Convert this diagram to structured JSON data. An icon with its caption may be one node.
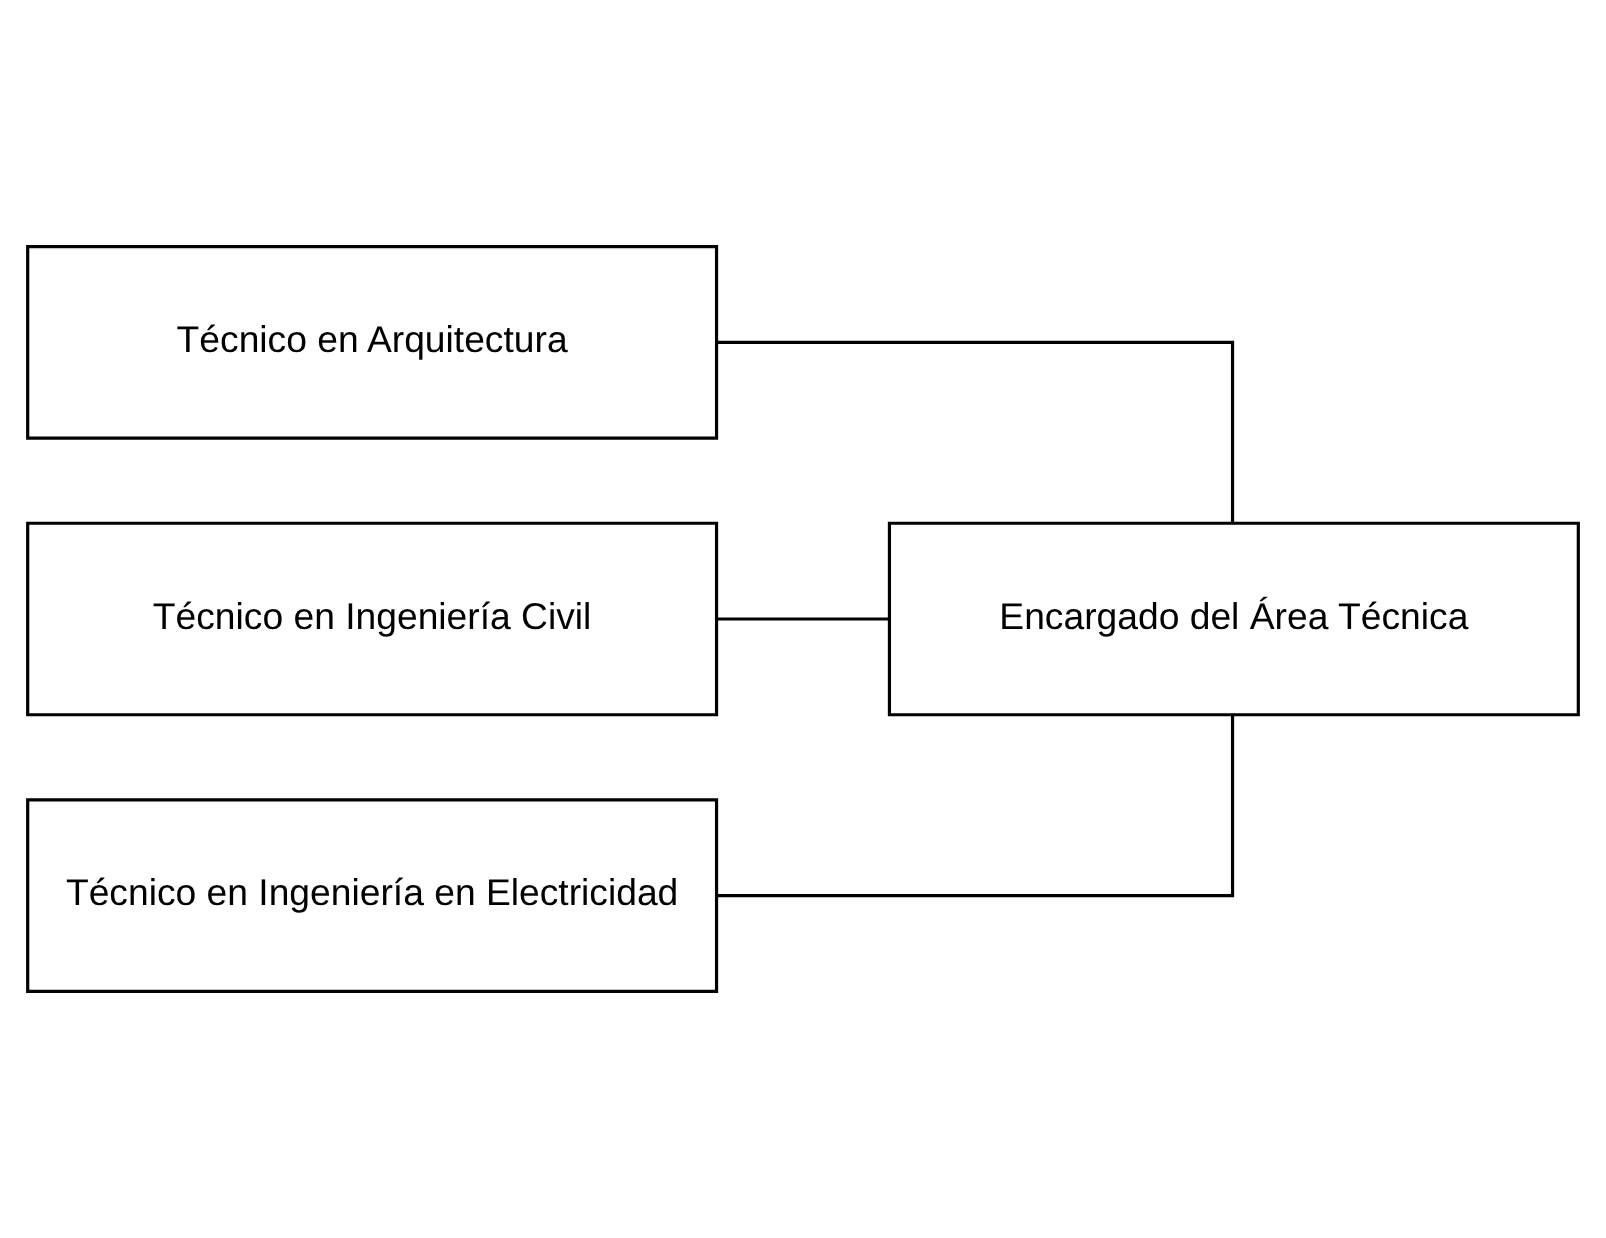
{
  "diagram": {
    "nodes": [
      {
        "text": [
          "Encargado del Área Técnica"
        ]
      },
      {
        "text": [
          "Técnico en Arquitectura"
        ]
      },
      {
        "text": [
          "Técnico en Ingeniería Civil"
        ]
      },
      {
        "text": [
          "Técnico en Ingeniería en Electricidad"
        ]
      }
    ],
    "edges": [
      {
        "from": 0,
        "to": 1,
        "arrow": "none"
      },
      {
        "from": 0,
        "to": 2,
        "arrow": "none"
      },
      {
        "from": 0,
        "to": 3,
        "arrow": "none"
      }
    ]
  }
}
